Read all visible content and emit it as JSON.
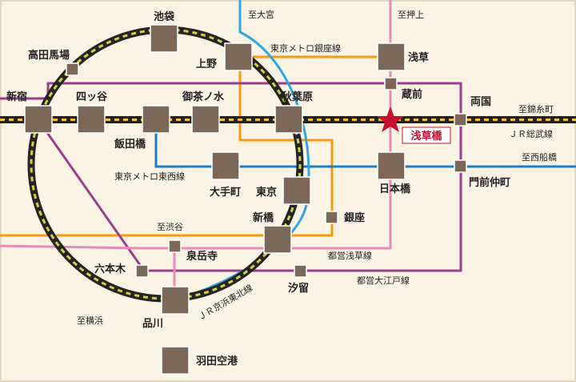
{
  "colors": {
    "background": "#fbf3e4",
    "frame": "#e4d5bd",
    "station_fill": "#7b6858",
    "station_stroke": "#ffffff",
    "yamanote_rail": "#272322",
    "yamanote_dash": "#c7d640",
    "keihin_tohoku": "#2ea7e0",
    "sobu_rail": "#222222",
    "sobu_dash": "#f2c12e",
    "ginza": "#f39c12",
    "tozai": "#1d7ec1",
    "asakusa": "#e98bb7",
    "oedo": "#9b3d8f",
    "target_star": "#c8102e",
    "target_label_border": "#c8102e"
  },
  "stations": {
    "ikebukuro": "池袋",
    "takadanobaba": "高田馬場",
    "shinjuku": "新宿",
    "yotsuya": "四ッ谷",
    "ochanomizu": "御茶ノ水",
    "iidabashi": "飯田橋",
    "ueno": "上野",
    "akihabara": "秋葉原",
    "otemachi": "大手町",
    "tokyo": "東京",
    "shimbashi": "新橋",
    "ginza": "銀座",
    "sengakuji": "泉岳寺",
    "roppongi": "六本木",
    "shiodome": "汐留",
    "shinagawa": "品川",
    "haneda": "羽田空港",
    "asakusa": "浅草",
    "kuramae": "蔵前",
    "ryogoku": "両国",
    "asakusabashi": "浅草橋",
    "nihombashi": "日本橋",
    "monzennakacho": "門前仲町"
  },
  "directions": {
    "omiya": "至大宮",
    "oshiage": "至押上",
    "kinshicho": "至錦糸町",
    "nishifunabashi": "至西船橋",
    "shibuya": "至渋谷",
    "yokohama": "至横浜"
  },
  "lines": {
    "ginza": "東京メトロ銀座線",
    "tozai": "東京メトロ東西線",
    "sobu": "ＪＲ総武線",
    "asakusa": "都営浅草線",
    "oedo": "都営大江戸線",
    "keihin_tohoku": "ＪＲ京浜東北線"
  }
}
